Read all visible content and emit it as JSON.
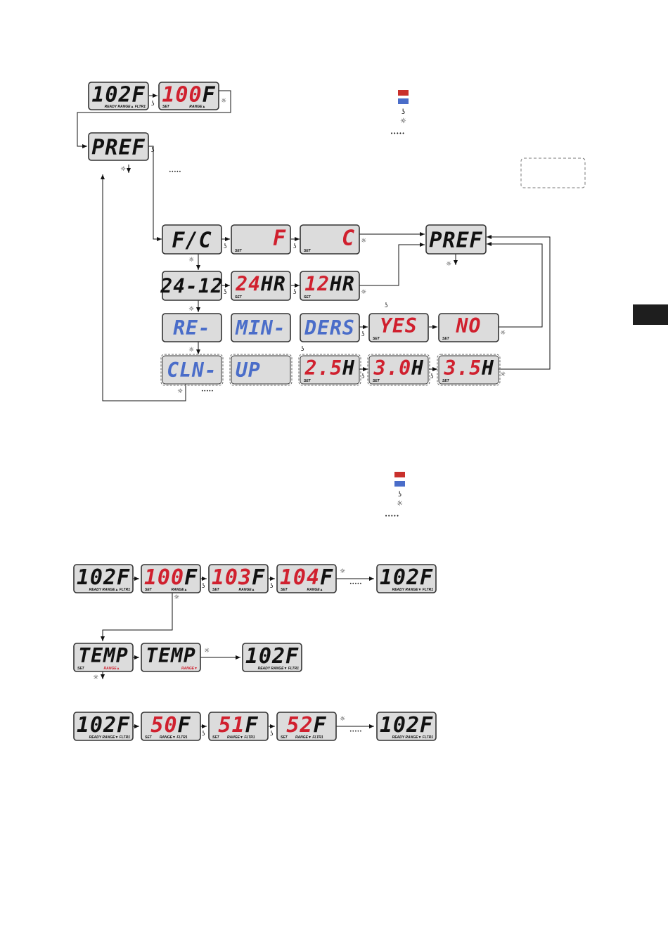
{
  "colors": {
    "display_bg": "#dcdcdc",
    "display_border": "#333333",
    "text_black": "#111111",
    "text_red": "#d0202e",
    "text_blue": "#4a6dc9",
    "legend_red": "#c9302c",
    "legend_blue": "#4a6dc9",
    "side_tab": "#1e1e1e"
  },
  "symbols": {
    "hand": "ʖ",
    "light": "☼",
    "dots": "•••••"
  },
  "displays": {
    "d1": {
      "main": "102F",
      "color": "black",
      "indicators": "READY  RANGE▲ FLTR1"
    },
    "d2": {
      "main": "100",
      "unit": "F",
      "color": "red",
      "set": "SET",
      "indicators": "RANGE▲"
    },
    "pref_top": {
      "main": "PREF",
      "color": "black"
    },
    "fc": {
      "main": "F/C",
      "color": "black"
    },
    "f_opt": {
      "main": "F",
      "color": "red",
      "set": "SET"
    },
    "c_opt": {
      "main": "C",
      "color": "red",
      "set": "SET"
    },
    "pref_right": {
      "main": "PREF",
      "color": "black"
    },
    "h2412": {
      "main": "24-12",
      "color": "black"
    },
    "hr24": {
      "main": "24",
      "unit": "HR",
      "color": "red",
      "set": "SET"
    },
    "hr12": {
      "main": "12",
      "unit": "HR",
      "color": "red",
      "set": "SET"
    },
    "re": {
      "main": "RE-",
      "color": "blue"
    },
    "min": {
      "main": "MIN-",
      "color": "blue"
    },
    "ders": {
      "main": "DERS",
      "color": "blue"
    },
    "yes": {
      "main": "YES",
      "color": "red",
      "set": "SET"
    },
    "no": {
      "main": "NO",
      "color": "red",
      "set": "SET"
    },
    "cln": {
      "main": "CLN-",
      "color": "blue"
    },
    "up": {
      "main": "UP",
      "color": "blue"
    },
    "h25": {
      "main": "2.5",
      "unit": "H",
      "color": "red",
      "set": "SET"
    },
    "h30": {
      "main": "3.0",
      "unit": "H",
      "color": "red",
      "set": "SET"
    },
    "h35": {
      "main": "3.5",
      "unit": "H",
      "color": "red",
      "set": "SET"
    },
    "b1": {
      "main": "102F",
      "color": "black",
      "indicators": "READY  RANGE▲ FLTR1"
    },
    "b2": {
      "main": "100",
      "unit": "F",
      "color": "red",
      "set": "SET",
      "indicators": "RANGE▲"
    },
    "b3": {
      "main": "103",
      "unit": "F",
      "color": "red",
      "set": "SET",
      "indicators": "RANGE▲"
    },
    "b4": {
      "main": "104",
      "unit": "F",
      "color": "red",
      "set": "SET",
      "indicators": "RANGE▲"
    },
    "b5": {
      "main": "102F",
      "color": "black",
      "indicators": "READY  RANGE▼ FLTR1"
    },
    "t1": {
      "main": "TEMP",
      "color": "black",
      "set": "SET",
      "indicators": "RANGE▲",
      "ind_color": "red"
    },
    "t2": {
      "main": "TEMP",
      "color": "black",
      "indicators": "RANGE▼",
      "ind_color": "red"
    },
    "t3": {
      "main": "102F",
      "color": "black",
      "indicators": "READY  RANGE▼ FLTR1"
    },
    "l1": {
      "main": "102F",
      "color": "black",
      "indicators": "READY  RANGE▼ FLTR1"
    },
    "l2": {
      "main": "50",
      "unit": "F",
      "color": "red",
      "set": "SET",
      "indicators": "RANGE▼ FLTR1"
    },
    "l3": {
      "main": "51",
      "unit": "F",
      "color": "red",
      "set": "SET",
      "indicators": "RANGE▼ FLTR1"
    },
    "l4": {
      "main": "52",
      "unit": "F",
      "color": "red",
      "set": "SET",
      "indicators": "RANGE▼ FLTR1"
    },
    "l5": {
      "main": "102F",
      "color": "black",
      "indicators": "READY  RANGE▼ FLTR1"
    }
  }
}
